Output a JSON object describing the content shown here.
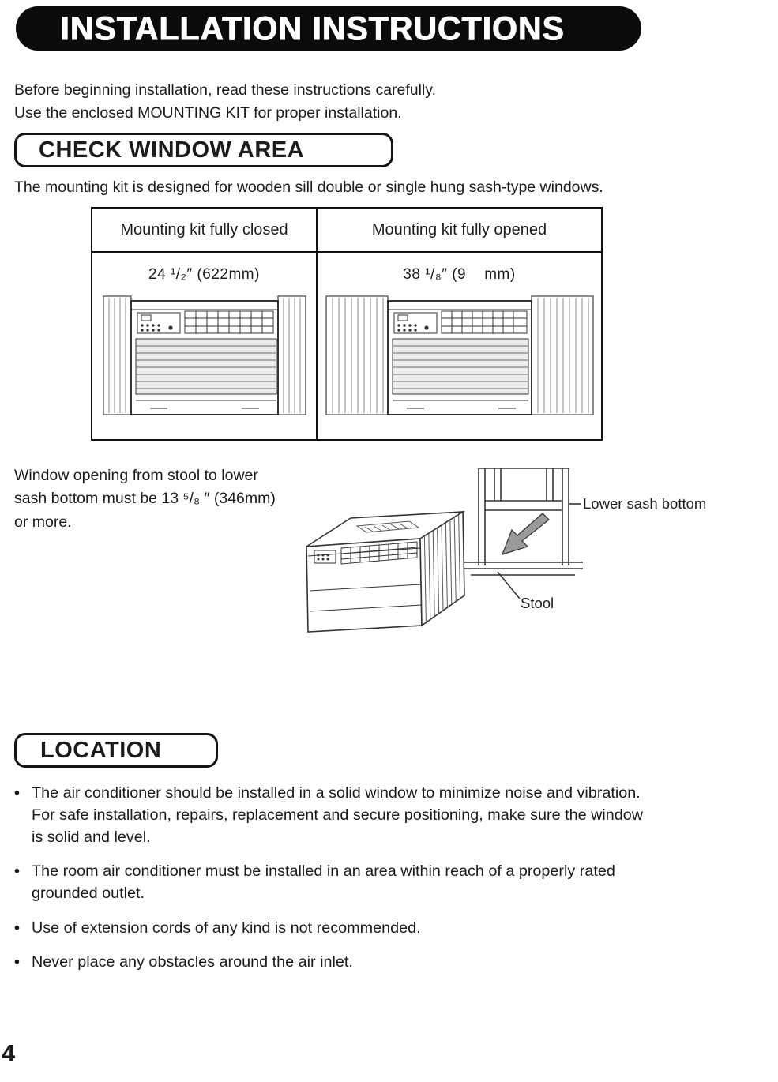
{
  "header": {
    "title": "INSTALLATION INSTRUCTIONS"
  },
  "intro": {
    "line1": "Before beginning installation, read these instructions carefully.",
    "line2": "Use the enclosed MOUNTING KIT for proper installation."
  },
  "check_window": {
    "heading": "CHECK WINDOW AREA",
    "description": "The mounting kit is designed for wooden sill double or single hung sash-type windows.",
    "table": {
      "columns": [
        {
          "header": "Mounting kit fully closed",
          "measurement": "24 ¹/₂″ (622mm)"
        },
        {
          "header": "Mounting kit fully opened",
          "measurement": "38 ¹/₈″ (9    mm)"
        }
      ]
    },
    "note": "Window opening from stool to lower\nsash bottom must be 13 ⁵/₈ ″ (346mm)\nor more."
  },
  "figure": {
    "labels": {
      "lower_sash": "Lower sash bottom",
      "stool": "Stool"
    }
  },
  "location": {
    "heading": "LOCATION",
    "marker": "•",
    "bullets": [
      "The air conditioner should be installed in a solid window to minimize noise and vibration.\nFor safe installation, repairs, replacement and secure positioning, make sure the window\nis solid and level.",
      "The room air conditioner must be installed in an area within reach of a properly rated\ngrounded outlet.",
      "Use of extension cords of any kind is not recommended.",
      "Never place any obstacles around the air inlet."
    ]
  },
  "page": {
    "number": "4"
  }
}
